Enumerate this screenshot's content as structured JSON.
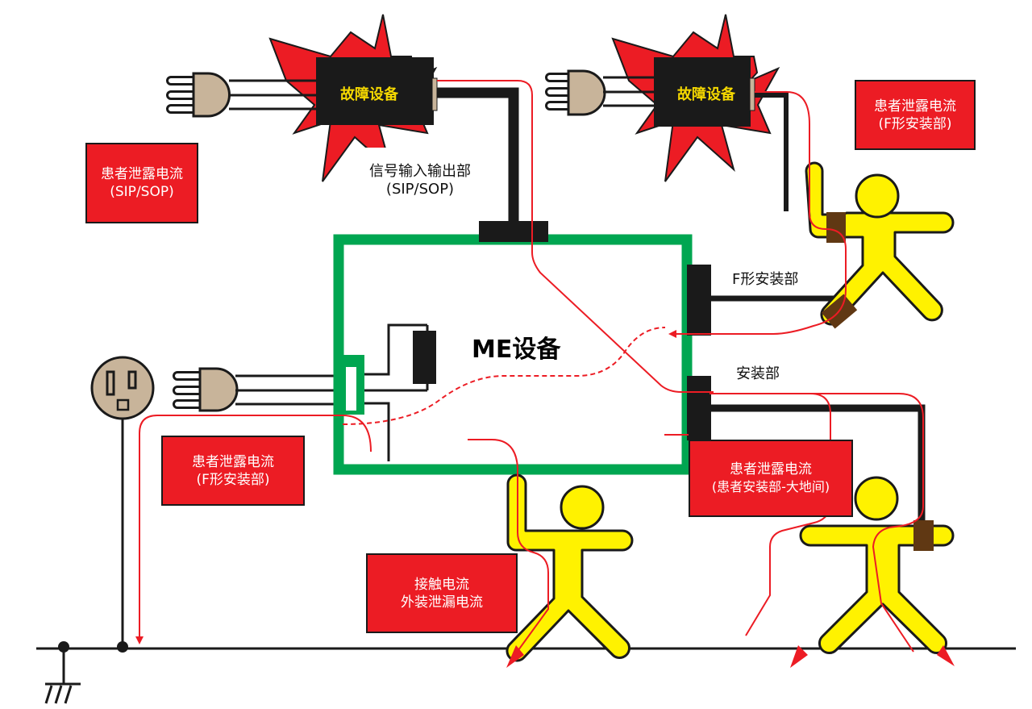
{
  "title": "ME设备 漏电流示意图",
  "colors": {
    "enclosure": "#00a651",
    "leakage_path": "#ec1c24",
    "label_bg": "#ec1c24",
    "fault_burst": "#ec1c24",
    "fault_text": "#f5d800",
    "figure": "#fff200",
    "applied_part_band": "#603813",
    "plug": "#c8b49a"
  },
  "device": {
    "label": "ME设备"
  },
  "fault_devices": [
    {
      "label": "故障设备"
    },
    {
      "label": "故障设备"
    }
  ],
  "annotations": {
    "sip_sop_port": {
      "line1": "信号输入输出部",
      "line2": "(SIP/SOP)"
    },
    "f_type_part": "F形安装部",
    "applied_part": "安装部"
  },
  "labels": {
    "patient_leakage_sip_sop": {
      "line1": "患者泄露电流",
      "line2": "(SIP/SOP)"
    },
    "patient_leakage_f_type_right": {
      "line1": "患者泄露电流",
      "line2": "(F形安装部)"
    },
    "patient_leakage_f_type_left": {
      "line1": "患者泄露电流",
      "line2": "(F形安装部)"
    },
    "patient_leakage_to_earth": {
      "line1": "患者泄露电流",
      "line2": "(患者安装部-大地间)"
    },
    "touch_current": {
      "line1": "接触电流",
      "line2": "外装泄漏电流"
    }
  },
  "icons": [
    "plug-icon",
    "wall-outlet-icon",
    "earth-ground-icon",
    "person-icon",
    "explosion-icon"
  ]
}
